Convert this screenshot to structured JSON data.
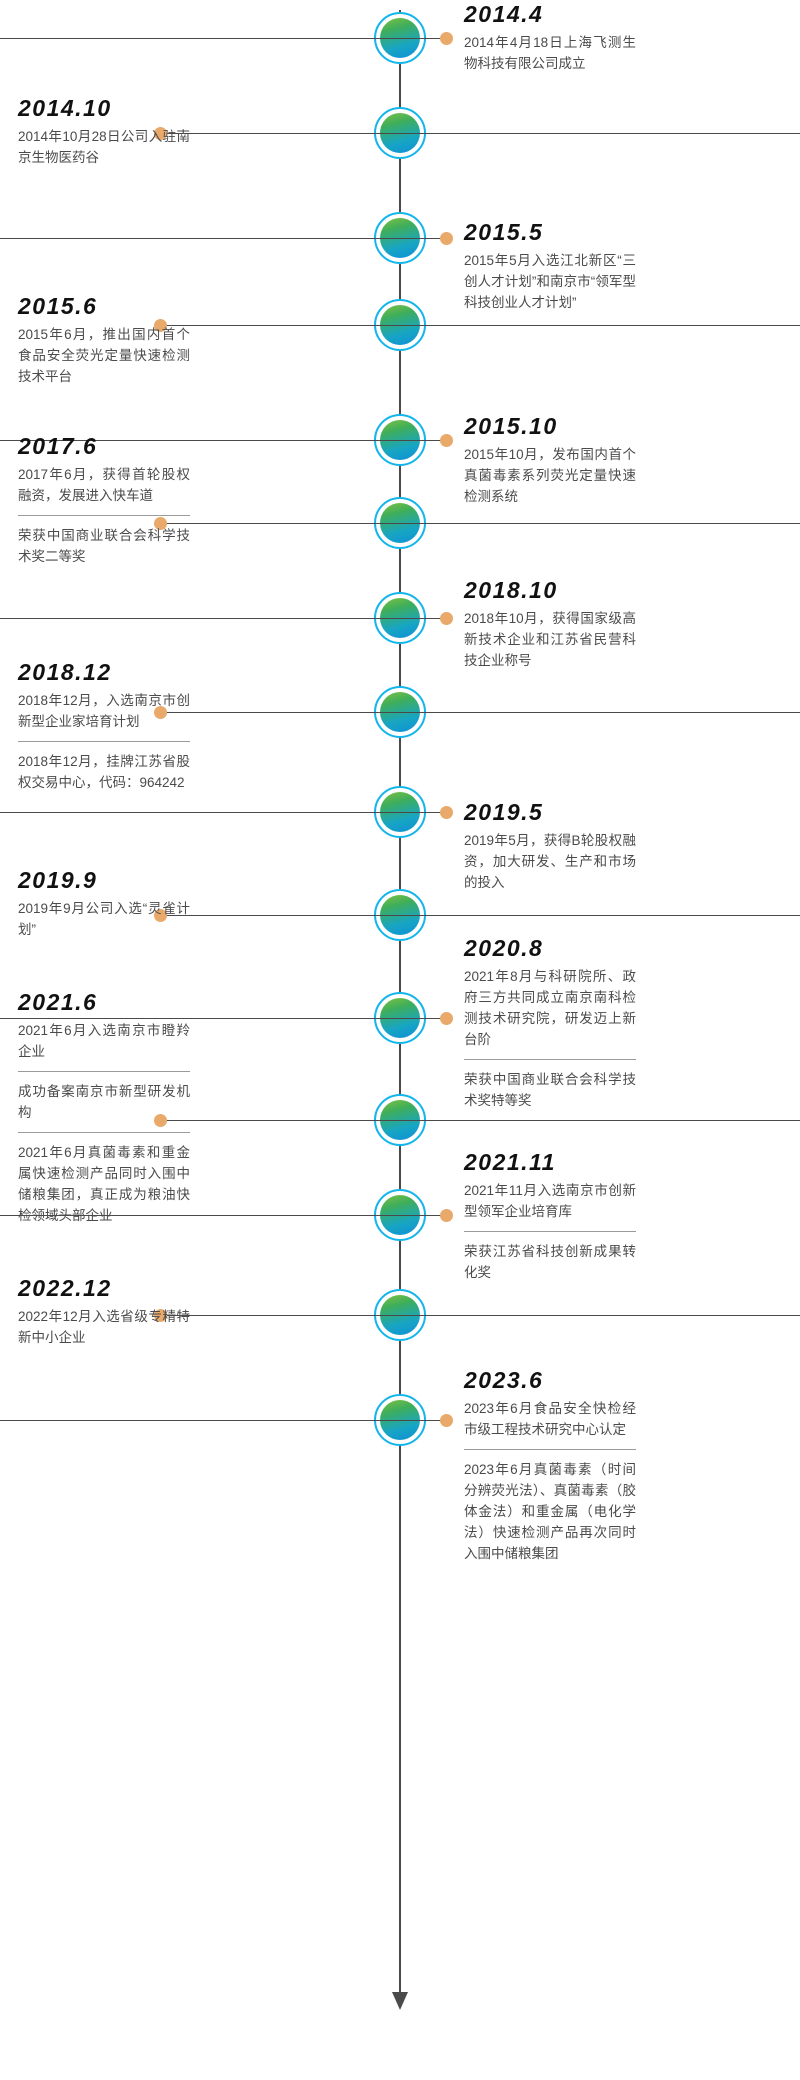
{
  "meta": {
    "accent_dot_color": "#e8a96a",
    "ring_color": "#13b5ea",
    "axis_color": "#4a4a4a",
    "node_gradient": [
      "#7ec242",
      "#3fae5a",
      "#17a5c4",
      "#0f8fd6"
    ]
  },
  "timeline": {
    "entries": [
      {
        "id": "2014-04",
        "side": "right",
        "year": "2014.4",
        "paragraphs": [
          "2014年4月18日上海飞测生物科技有限公司成立"
        ]
      },
      {
        "id": "2014-10",
        "side": "left",
        "year": "2014.10",
        "paragraphs": [
          "2014年10月28日公司入驻南京生物医药谷"
        ]
      },
      {
        "id": "2015-05",
        "side": "right",
        "year": "2015.5",
        "paragraphs": [
          "2015年5月入选江北新区“三创人才计划”和南京市“领军型科技创业人才计划”"
        ]
      },
      {
        "id": "2015-06",
        "side": "left",
        "year": "2015.6",
        "paragraphs": [
          "2015年6月，推出国内首个食品安全荧光定量快速检测技术平台"
        ]
      },
      {
        "id": "2015-10",
        "side": "right",
        "year": "2015.10",
        "paragraphs": [
          "2015年10月，发布国内首个真菌毒素系列荧光定量快速检测系统"
        ]
      },
      {
        "id": "2017-06",
        "side": "left",
        "year": "2017.6",
        "paragraphs": [
          "2017年6月，获得首轮股权融资，发展进入快车道",
          "荣获中国商业联合会科学技术奖二等奖"
        ]
      },
      {
        "id": "2018-10",
        "side": "right",
        "year": "2018.10",
        "paragraphs": [
          "2018年10月，获得国家级高新技术企业和江苏省民营科技企业称号"
        ]
      },
      {
        "id": "2018-12",
        "side": "left",
        "year": "2018.12",
        "paragraphs": [
          "2018年12月，入选南京市创新型企业家培育计划",
          "2018年12月，挂牌江苏省股权交易中心，代码：964242"
        ]
      },
      {
        "id": "2019-05",
        "side": "right",
        "year": "2019.5",
        "paragraphs": [
          "2019年5月，获得B轮股权融资，加大研发、生产和市场的投入"
        ]
      },
      {
        "id": "2019-09",
        "side": "left",
        "year": "2019.9",
        "paragraphs": [
          "2019年9月公司入选“灵雀计划”"
        ]
      },
      {
        "id": "2020-08",
        "side": "right",
        "year": "2020.8",
        "paragraphs": [
          "2021年8月与科研院所、政府三方共同成立南京南科检测技术研究院，研发迈上新台阶",
          "荣获中国商业联合会科学技术奖特等奖"
        ]
      },
      {
        "id": "2021-06",
        "side": "left",
        "year": "2021.6",
        "paragraphs": [
          "2021年6月入选南京市瞪羚企业",
          "成功备案南京市新型研发机构",
          "2021年6月真菌毒素和重金属快速检测产品同时入围中储粮集团，真正成为粮油快检领域头部企业"
        ]
      },
      {
        "id": "2021-11",
        "side": "right",
        "year": "2021.11",
        "paragraphs": [
          "2021年11月入选南京市创新型领军企业培育库",
          "荣获江苏省科技创新成果转化奖"
        ]
      },
      {
        "id": "2022-12",
        "side": "left",
        "year": "2022.12",
        "paragraphs": [
          "2022年12月入选省级专精特新中小企业"
        ]
      },
      {
        "id": "2023-06",
        "side": "right",
        "year": "2023.6",
        "paragraphs": [
          "2023年6月食品安全快检经市级工程技术研究中心认定",
          "2023年6月真菌毒素（时间分辨荧光法）、真菌毒素（胶体金法）和重金属（电化学法）快速检测产品再次同时入围中储粮集团"
        ]
      }
    ]
  }
}
